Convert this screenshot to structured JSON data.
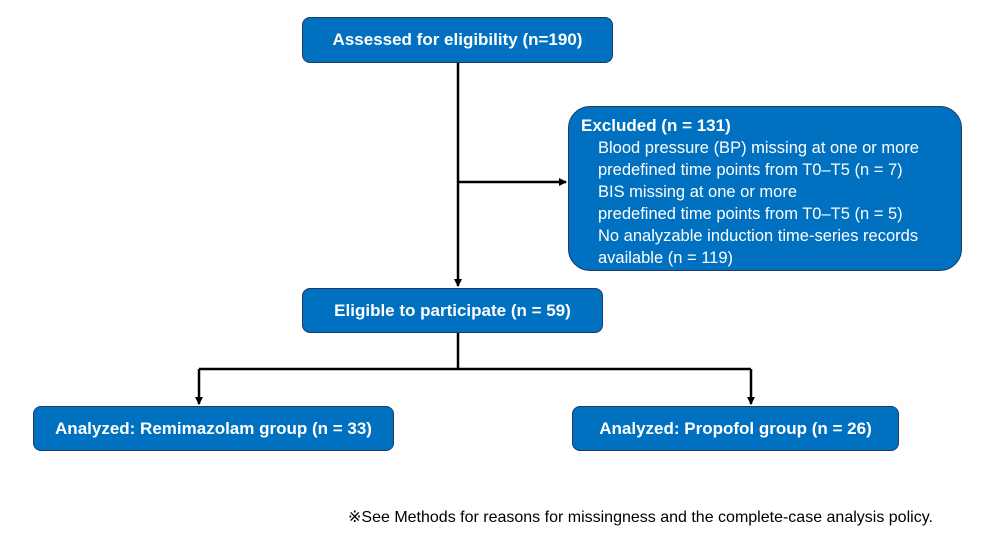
{
  "flow": {
    "assessed": "Assessed for eligibility (n=190)",
    "excluded": {
      "title": "Excluded (n = 131)",
      "items": [
        "Blood pressure (BP) missing at one or more",
        "predefined time points from T0–T5 (n = 7)",
        "BIS missing at one or more",
        "predefined time points from T0–T5 (n = 5)",
        "No analyzable induction time-series records",
        "available (n = 119)"
      ]
    },
    "eligible": "Eligible to participate (n = 59)",
    "remimazolam": "Analyzed: Remimazolam group (n = 33)",
    "propofol": "Analyzed: Propofol group (n = 26)"
  },
  "footnote": "※See Methods for reasons for missingness and the complete-case analysis policy.",
  "colors": {
    "box_fill": "#0070c0",
    "box_border": "#1f3864",
    "text": "#ffffff",
    "line": "#000000"
  }
}
